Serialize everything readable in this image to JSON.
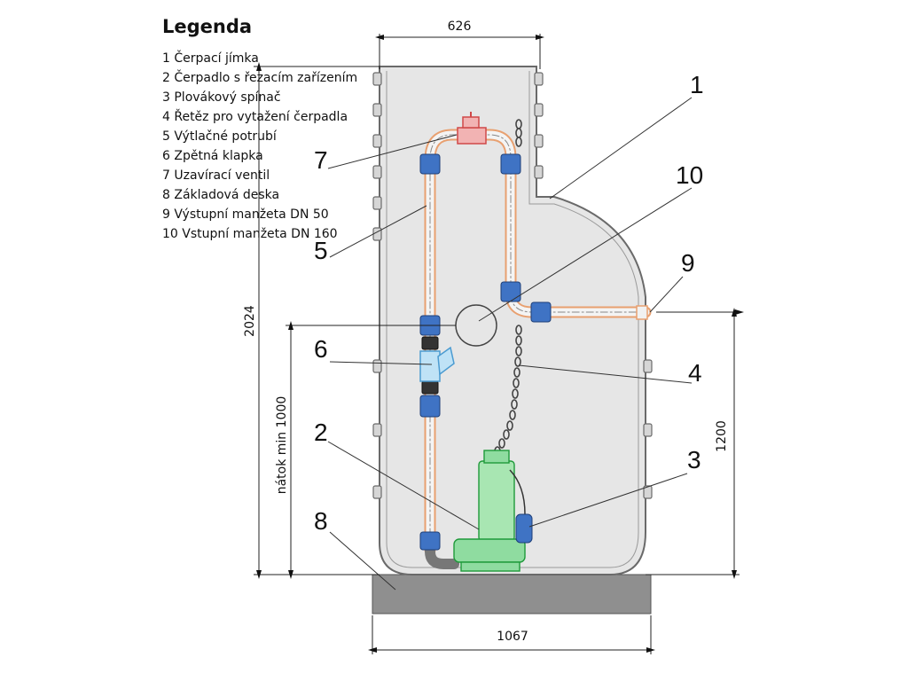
{
  "legend": {
    "title": "Legenda",
    "items": [
      "1 Čerpací jímka",
      "2 Čerpadlo s řezacím zařízením",
      "3 Plovákový spínač",
      "4 Řetěz pro vytažení čerpadla",
      "5 Výtlačné potrubí",
      "6 Zpětná klapka",
      "7 Uzavírací ventil",
      "8 Základová deska",
      "9 Výstupní manžeta DN 50",
      "10 Vstupní manžeta DN 160"
    ]
  },
  "dimensions": {
    "top_width": "626",
    "base_width": "1067",
    "total_height": "2024",
    "inflow_height": "nátok  min 1000",
    "outlet_height": "1200"
  },
  "callouts": [
    "1",
    "2",
    "3",
    "4",
    "5",
    "6",
    "7",
    "8",
    "9",
    "10"
  ],
  "colors": {
    "tank_fill": "#e6e6e6",
    "tank_outline": "#6a6a6a",
    "pipe": "#e8a070",
    "coupling": "#2f5fae",
    "pump": "#2db84a",
    "valve": "#e06a6a",
    "check_valve": "#6cb8e6",
    "base": "#8f8f8f"
  }
}
